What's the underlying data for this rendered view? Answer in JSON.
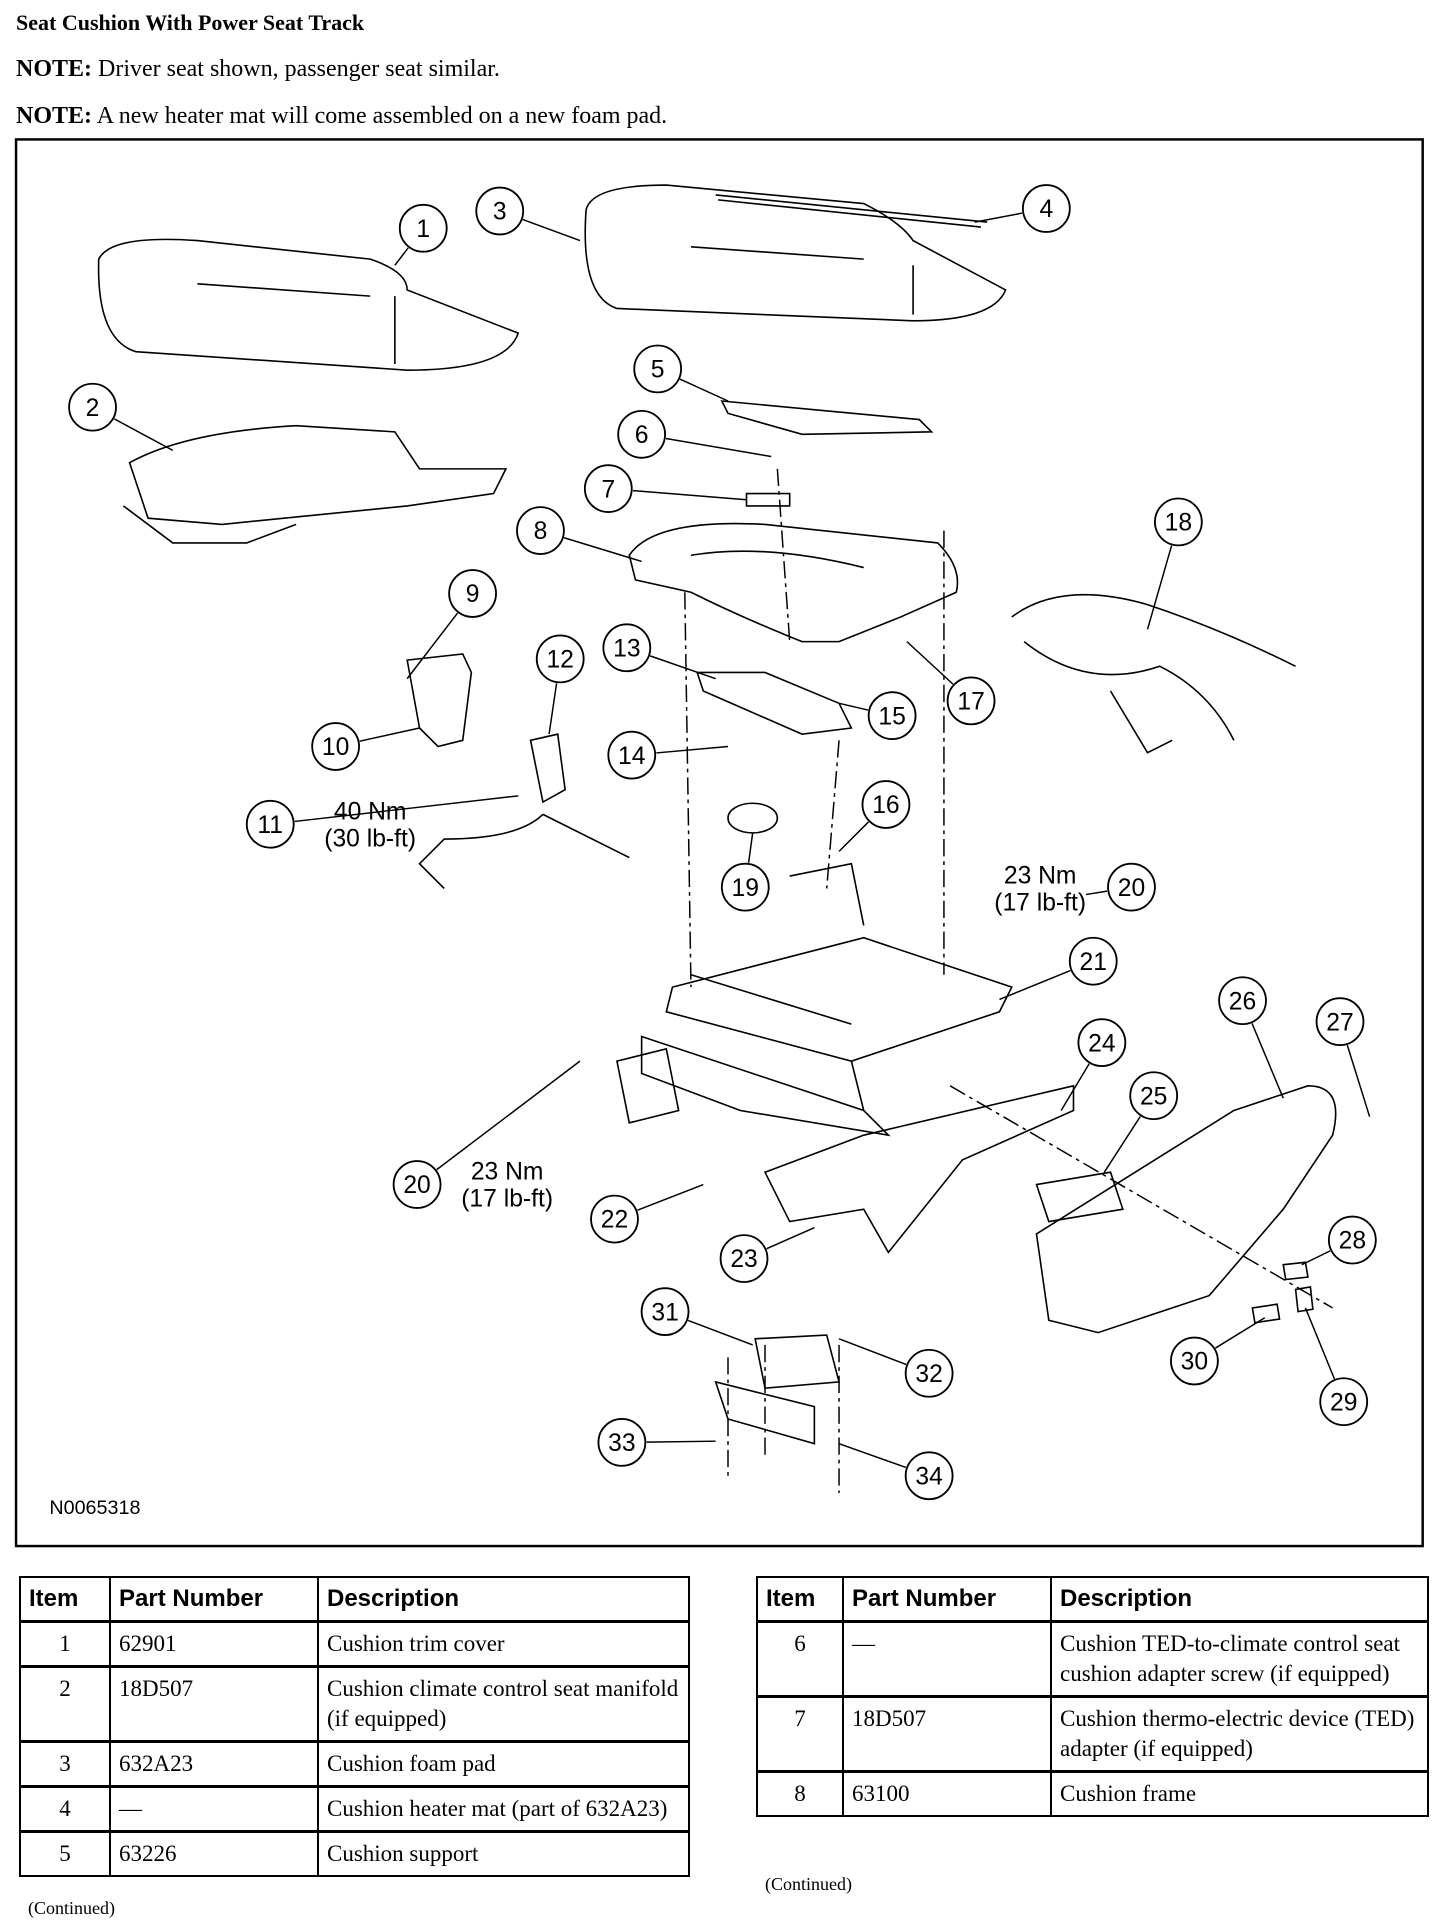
{
  "title": "Seat Cushion With Power Seat Track",
  "notes": [
    {
      "label": "NOTE:",
      "text": "Driver seat shown, passenger seat similar."
    },
    {
      "label": "NOTE:",
      "text": "A new heater mat will come assembled on a new foam pad."
    }
  ],
  "diagram": {
    "figure_id": "N0065318",
    "callouts": [
      "1",
      "2",
      "3",
      "4",
      "5",
      "6",
      "7",
      "8",
      "9",
      "10",
      "11",
      "12",
      "13",
      "14",
      "15",
      "16",
      "17",
      "18",
      "19",
      "20",
      "20",
      "21",
      "22",
      "23",
      "24",
      "25",
      "26",
      "27",
      "28",
      "29",
      "30",
      "31",
      "32",
      "33",
      "34"
    ],
    "torque_labels": [
      {
        "nm": "40 Nm",
        "lbft": "(30 lb-ft)"
      },
      {
        "nm": "23 Nm",
        "lbft": "(17 lb-ft)"
      },
      {
        "nm": "23 Nm",
        "lbft": "(17 lb-ft)"
      }
    ]
  },
  "tables": [
    {
      "headers": [
        "Item",
        "Part Number",
        "Description"
      ],
      "rows": [
        {
          "item": "1",
          "part": "62901",
          "desc": "Cushion trim cover"
        },
        {
          "item": "2",
          "part": "18D507",
          "desc": "Cushion climate control seat manifold (if equipped)"
        },
        {
          "item": "3",
          "part": "632A23",
          "desc": "Cushion foam pad"
        },
        {
          "item": "4",
          "part": "—",
          "desc": "Cushion heater mat (part of 632A23)"
        },
        {
          "item": "5",
          "part": "63226",
          "desc": "Cushion support"
        }
      ],
      "footer": "(Continued)"
    },
    {
      "headers": [
        "Item",
        "Part Number",
        "Description"
      ],
      "rows": [
        {
          "item": "6",
          "part": "—",
          "desc": "Cushion TED-to-climate control seat cushion adapter screw (if equipped)"
        },
        {
          "item": "7",
          "part": "18D507",
          "desc": "Cushion thermo-electric device (TED) adapter (if equipped)"
        },
        {
          "item": "8",
          "part": "63100",
          "desc": "Cushion frame"
        }
      ],
      "footer": "(Continued)"
    }
  ]
}
